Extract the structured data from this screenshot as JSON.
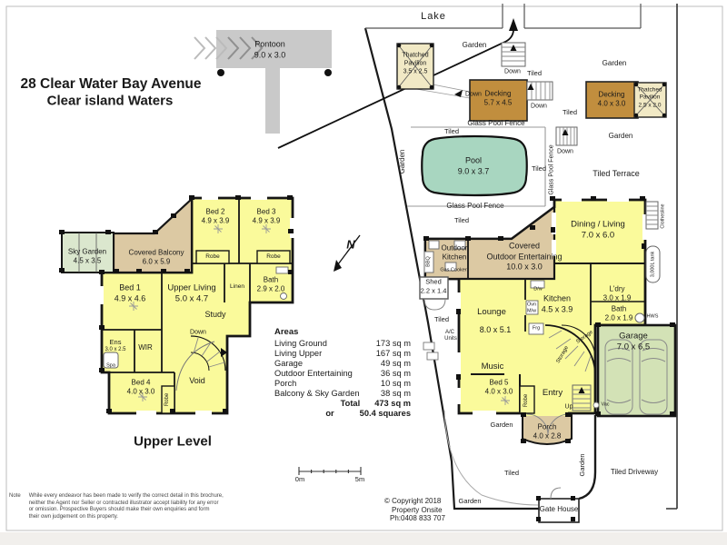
{
  "title": {
    "line1": "28 Clear Water Bay Avenue",
    "line2": "Clear island Waters"
  },
  "headings": {
    "upper_level": "Upper Level",
    "lake": "Lake"
  },
  "labels": {
    "garden": "Garden",
    "tiled": "Tiled",
    "tiled_terrace": "Tiled Terrace",
    "tiled_driveway": "Tiled Driveway",
    "glass_pool_fence": "Glass Pool Fence",
    "down": "Down",
    "up": "Up",
    "robe": "Robe",
    "linen": "Linen",
    "study": "Study",
    "void": "Void",
    "wir": "WIR",
    "spa": "Spa"
  },
  "site": {
    "pontoon": {
      "name": "Pontoon",
      "dims": "9.0 x 3.0"
    },
    "pool": {
      "name": "Pool",
      "dims": "9.0 x 3.7"
    },
    "decking_large": {
      "name": "Decking",
      "dims": "5.7 x 4.5"
    },
    "decking_small": {
      "name": "Decking",
      "dims": "4.0 x 3.0"
    },
    "pavilion_large": {
      "line1": "Thatched",
      "line2": "Pavilion",
      "dims": "3.5 x 2.5"
    },
    "pavilion_small": {
      "line1": "Thatched",
      "line2": "Pavilion",
      "dims": "2.5 x 2.0"
    },
    "gate_house": "Gate House",
    "clothesline": "Clothesline",
    "tank": "3,000L tank",
    "ac": {
      "line1": "A/C",
      "line2": "Units"
    },
    "north": "N",
    "hws": "HWS",
    "vac": "Vac",
    "bbq": "BBQ",
    "gas_cooker": "Gas Cooker",
    "storage": "Storage",
    "dw": "D/w",
    "ovn": "Ovn",
    "mw": "M/w",
    "frg": "Frg"
  },
  "rooms": {
    "bed1": {
      "name": "Bed 1",
      "dims": "4.9 x 4.6"
    },
    "bed2": {
      "name": "Bed 2",
      "dims": "4.9 x 3.9"
    },
    "bed3": {
      "name": "Bed 3",
      "dims": "4.9 x 3.9"
    },
    "bed4": {
      "name": "Bed 4",
      "dims": "4.0 x 3.0"
    },
    "bed5": {
      "name": "Bed 5",
      "dims": "4.0 x 3.0"
    },
    "upper_living": {
      "name": "Upper Living",
      "dims": "5.0 x 4.7"
    },
    "bath_upper": {
      "name": "Bath",
      "dims": "2.9 x 2.0"
    },
    "ens": {
      "name": "Ens",
      "dims": "3.0 x 2.5"
    },
    "sky_garden": {
      "name": "Sky Garden",
      "dims": "4.5 x 3.5"
    },
    "covered_balcony": {
      "name": "Covered Balcony",
      "dims": "6.0 x 5.9"
    },
    "dining_living": {
      "name": "Dining / Living",
      "dims": "7.0 x 6.0"
    },
    "covered_outdoor": {
      "line1": "Covered",
      "line2": "Outdoor Entertaining",
      "dims": "10.0 x 3.0"
    },
    "outdoor_kitchen": {
      "line1": "Outdoor",
      "line2": "Kitchen"
    },
    "lounge": {
      "name": "Lounge",
      "dims": "8.0 x 5.1"
    },
    "kitchen": {
      "name": "Kitchen",
      "dims": "4.5 x 3.9"
    },
    "ldry": {
      "name": "L'dry",
      "dims": "3.0 x 1.9"
    },
    "bath_ground": {
      "name": "Bath",
      "dims": "2.0 x 1.9"
    },
    "garage": {
      "name": "Garage",
      "dims": "7.0 x 6.5"
    },
    "porch": {
      "name": "Porch",
      "dims": "4.0 x 2.8"
    },
    "shed": {
      "name": "Shed",
      "dims": "2.2 x 1.4"
    },
    "music": "Music",
    "entry": "Entry"
  },
  "areas": {
    "heading": "Areas",
    "rows": [
      [
        "Living Ground",
        "173 sq m"
      ],
      [
        "Living Upper",
        "167 sq m"
      ],
      [
        "Garage",
        "49 sq m"
      ],
      [
        "Outdoor Entertaining",
        "36 sq m"
      ],
      [
        "Porch",
        "10 sq m"
      ],
      [
        "Balcony & Sky Garden",
        "38 sq m"
      ]
    ],
    "total_label": "Total",
    "total_value": "473 sq m",
    "or_label": "or",
    "or_value": "50.4 squares"
  },
  "scale": {
    "start": "0m",
    "end": "5m"
  },
  "note": {
    "label": "Note",
    "lines": [
      "While every endeavor has been made to verify the correct detail in this brochure,",
      "neither the Agent nor Seller or contracted illustrator accept liability for any error",
      "or omission. Prospective Buyers should make their own enquiries and form",
      "their own judgement on this property."
    ]
  },
  "copyright": {
    "line1": "© Copyright 2018",
    "line2": "Property Onsite",
    "line3": "Ph:0408 833 707"
  },
  "colors": {
    "room": "#FAFA9B",
    "deck": "#C18E3E",
    "balcony": "#DCC9A3",
    "pavilion": "#F1E9C5",
    "sky_garden": "#DBE7CE",
    "garage": "#D3E2B6",
    "pool": "#A8D6C0",
    "pontoon": "#C9C9C9"
  }
}
